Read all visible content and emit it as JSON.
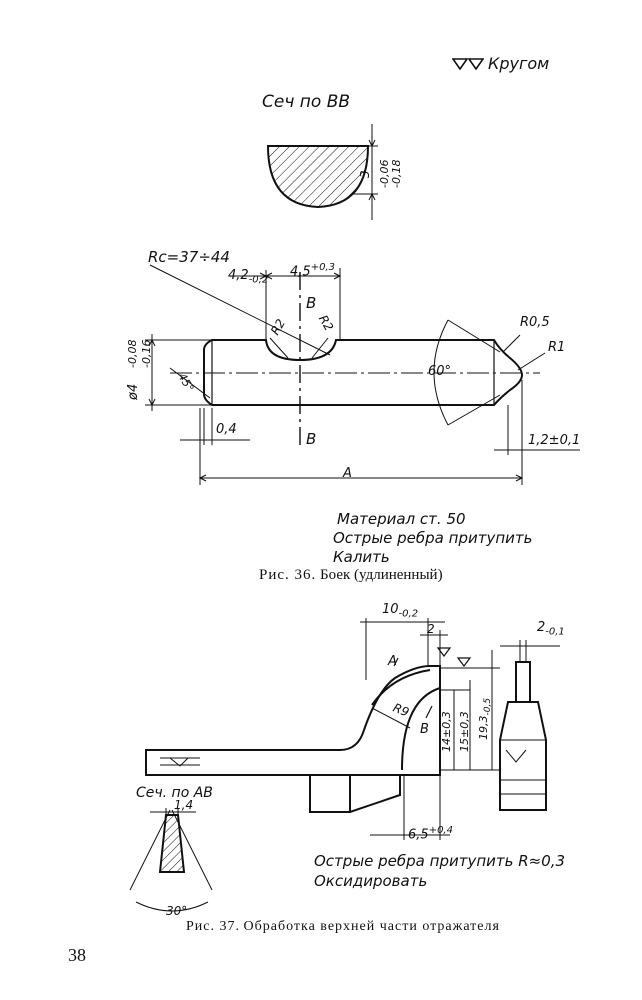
{
  "header": {
    "finish_all": "Кругом"
  },
  "fig36": {
    "section_title": "Сеч по ВВ",
    "section_thickness": "3",
    "section_thickness_tol_upper": "-0,06",
    "section_thickness_tol_lower": "-0,18",
    "hardness": "Rc=37÷44",
    "dim_4_2": "4,2",
    "dim_4_2_tol": "-0,2",
    "dim_4_5": "4,5",
    "dim_4_5_tol": "+0,3",
    "r2_left": "R2",
    "r2_right": "R2",
    "section_mark_top": "В",
    "section_mark_bottom": "В",
    "diameter": "ø4",
    "diameter_tol_upper": "-0,08",
    "diameter_tol_lower": "-0,16",
    "chamfer_angle": "45°",
    "dim_0_4": "0,4",
    "tip_angle": "60°",
    "r05": "R0,5",
    "r1": "R1",
    "dim_1_2": "1,2±0,1",
    "length_A": "А",
    "notes": [
      "Материал ст. 50",
      "Острые ребра притупить",
      "Калить"
    ],
    "caption_label": "Рис. 36.",
    "caption_text": "Боек (удлиненный)"
  },
  "fig37": {
    "dim_10": "10",
    "dim_10_tol": "-0,2",
    "dim_2": "2",
    "dim_2_side": "2",
    "dim_2_side_tol": "-0,1",
    "mark_A": "А",
    "mark_B": "В",
    "radius": "R9",
    "dim_14": "14±0,3",
    "dim_15": "15±0,3",
    "dim_19_3": "19,3",
    "dim_19_3_tol": "-0,5",
    "dim_6_5": "6,5",
    "dim_6_5_tol": "+0,4",
    "section_title": "Сеч. по АВ",
    "dim_1_4": "1,4",
    "angle_30": "30°",
    "notes": [
      "Острые ребра притупить R≈0,3",
      "Оксидировать"
    ],
    "caption_label": "Рис. 37.",
    "caption_text": "Обработка верхней части отражателя"
  },
  "page_number": "38"
}
